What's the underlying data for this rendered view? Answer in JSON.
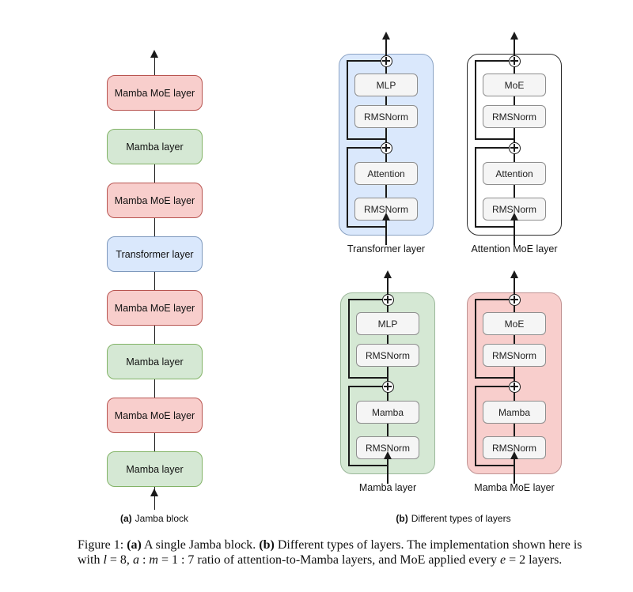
{
  "figure": {
    "panel_a": {
      "marker": "(a)",
      "caption": "Jamba block",
      "layers": [
        {
          "label": "Mamba MoE layer",
          "type": "mamba-moe"
        },
        {
          "label": "Mamba layer",
          "type": "mamba"
        },
        {
          "label": "Mamba MoE layer",
          "type": "mamba-moe"
        },
        {
          "label": "Transformer layer",
          "type": "transformer"
        },
        {
          "label": "Mamba MoE layer",
          "type": "mamba-moe"
        },
        {
          "label": "Mamba layer",
          "type": "mamba"
        },
        {
          "label": "Mamba MoE layer",
          "type": "mamba-moe"
        },
        {
          "label": "Mamba layer",
          "type": "mamba"
        }
      ]
    },
    "panel_b": {
      "marker": "(b)",
      "caption": "Different types of layers",
      "op_symbol": "circled-plus",
      "diagrams": [
        {
          "label": "Transformer layer",
          "theme": "blue",
          "blocks": [
            "MLP",
            "RMSNorm",
            "Attention",
            "RMSNorm"
          ]
        },
        {
          "label": "Attention MoE layer",
          "theme": "white",
          "blocks": [
            "MoE",
            "RMSNorm",
            "Attention",
            "RMSNorm"
          ]
        },
        {
          "label": "Mamba layer",
          "theme": "green",
          "blocks": [
            "MLP",
            "RMSNorm",
            "Mamba",
            "RMSNorm"
          ]
        },
        {
          "label": "Mamba MoE layer",
          "theme": "red",
          "blocks": [
            "MoE",
            "RMSNorm",
            "Mamba",
            "RMSNorm"
          ]
        }
      ]
    },
    "caption": {
      "line1_parts": [
        {
          "text": "Figure 1: ",
          "style": "normal"
        },
        {
          "text": "(a)",
          "style": "bold"
        },
        {
          "text": " A single Jamba block. ",
          "style": "normal"
        },
        {
          "text": "(b)",
          "style": "bold"
        },
        {
          "text": " Different types of layers. The implementation shown here is",
          "style": "normal"
        }
      ],
      "line2_parts": [
        {
          "text": "with ",
          "style": "normal"
        },
        {
          "text": "l",
          "style": "italic"
        },
        {
          "text": " = 8, ",
          "style": "normal"
        },
        {
          "text": "a",
          "style": "italic"
        },
        {
          "text": " : ",
          "style": "normal"
        },
        {
          "text": "m",
          "style": "italic"
        },
        {
          "text": " = 1 : 7 ratio of attention-to-Mamba layers, and MoE applied every ",
          "style": "normal"
        },
        {
          "text": "e",
          "style": "italic"
        },
        {
          "text": " = 2 layers.",
          "style": "normal"
        }
      ]
    }
  },
  "colors": {
    "line": "#1a1a1a",
    "red-fill": "#f8cecc",
    "red-stroke": "#b85450",
    "green-fill": "#d5e8d4",
    "green-stroke": "#82b366",
    "blue-fill": "#dae8fc",
    "blue-stroke": "#7e99bd",
    "block-fill": "#f5f5f5",
    "block-stroke": "#8e8e8e",
    "cont-blue": "#8ba3c4",
    "cont-green": "#9cb89b",
    "cont-red": "#c09393",
    "cont-white": "#2b2b2b"
  }
}
